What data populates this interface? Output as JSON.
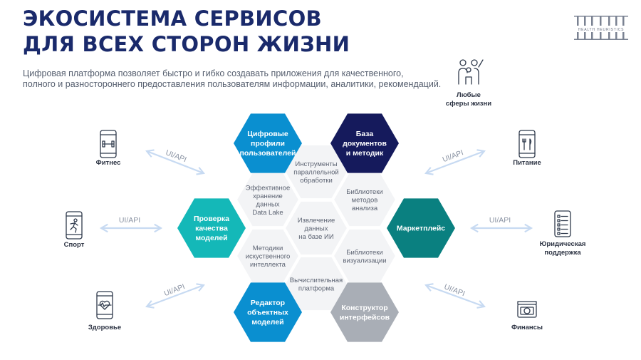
{
  "header": {
    "title_line1": "ЭКОСИСТЕМА СЕРВИСОВ",
    "title_line2": "ДЛЯ ВСЕХ СТОРОН ЖИЗНИ",
    "subtitle_line1": "Цифровая платформа позволяет быстро и гибко создавать приложения для качественного,",
    "subtitle_line2": "полного и разностороннего предоставления пользователям информации, аналитики, рекомендаций."
  },
  "logo": {
    "text": "HEALTH HEURISTICS",
    "icon": "health-heuristics-logo",
    "color": "#6a7283"
  },
  "colors": {
    "dark_blue": "#151a5c",
    "blue": "#0a8fd0",
    "teal": "#14b8b8",
    "dark_teal": "#0a8080",
    "gray": "#a9aeb6",
    "inner_fill": "#f3f4f6",
    "arrow": "#c7daf2",
    "title": "#1a2a6b"
  },
  "outer_hexes": [
    {
      "id": "profiles",
      "lines": [
        "Цифровые",
        "профили",
        "пользователей"
      ],
      "color": "#0a8fd0"
    },
    {
      "id": "docs",
      "lines": [
        "База",
        "документов",
        "и методик"
      ],
      "color": "#151a5c"
    },
    {
      "id": "quality",
      "lines": [
        "Проверка",
        "качества",
        "моделей"
      ],
      "color": "#14b8b8"
    },
    {
      "id": "marketplace",
      "lines": [
        "Маркетплейс"
      ],
      "color": "#0a8080"
    },
    {
      "id": "editor",
      "lines": [
        "Редактор",
        "объектных",
        "моделей"
      ],
      "color": "#0a8fd0"
    },
    {
      "id": "constructor",
      "lines": [
        "Конструктор",
        "интерфейсов"
      ],
      "color": "#a9aeb6"
    }
  ],
  "inner_hexes": [
    {
      "id": "parallel",
      "lines": [
        "Инструменты",
        "параллельной",
        "обработки"
      ]
    },
    {
      "id": "storage",
      "lines": [
        "Эффективное",
        "хранение",
        "данных",
        "Data Lake"
      ]
    },
    {
      "id": "analysis-libs",
      "lines": [
        "Библиотеки",
        "методов",
        "анализа"
      ]
    },
    {
      "id": "ai-extraction",
      "lines": [
        "Извлечение",
        "данных",
        "на базе ИИ"
      ]
    },
    {
      "id": "ai-methods",
      "lines": [
        "Методики",
        "искуственного",
        "интеллекта"
      ]
    },
    {
      "id": "viz-libs",
      "lines": [
        "Библиотеки",
        "визуализации"
      ]
    },
    {
      "id": "compute",
      "lines": [
        "Вычислительная",
        "платформа"
      ]
    }
  ],
  "connector_label": "UI/API",
  "side_items": [
    {
      "id": "any",
      "lines": [
        "Любые",
        "сферы жизни"
      ],
      "icon": "family-icon"
    },
    {
      "id": "fitness",
      "lines": [
        "Фитнес"
      ],
      "icon": "phone-dumbbell-icon"
    },
    {
      "id": "food",
      "lines": [
        "Питание"
      ],
      "icon": "phone-cutlery-icon"
    },
    {
      "id": "sport",
      "lines": [
        "Спорт"
      ],
      "icon": "phone-runner-icon"
    },
    {
      "id": "legal",
      "lines": [
        "Юридическая",
        "поддержка"
      ],
      "icon": "document-list-icon"
    },
    {
      "id": "health",
      "lines": [
        "Здоровье"
      ],
      "icon": "phone-heart-icon"
    },
    {
      "id": "finance",
      "lines": [
        "Финансы"
      ],
      "icon": "banknote-icon"
    }
  ]
}
